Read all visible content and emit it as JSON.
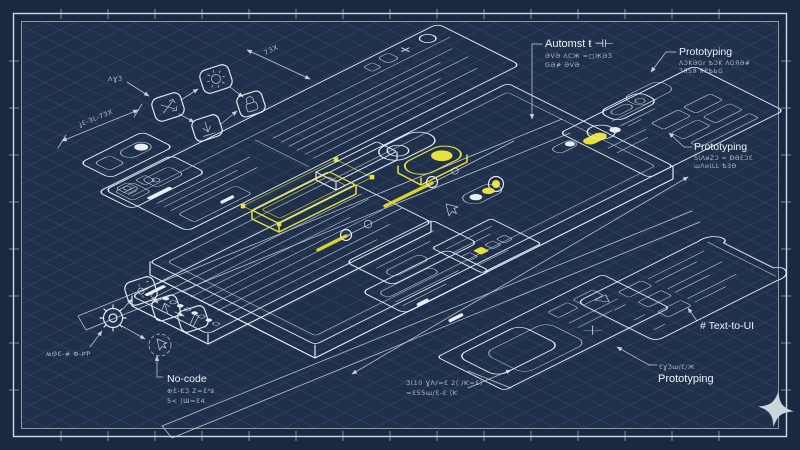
{
  "colors": {
    "background": "#1a2940",
    "surface": "#20304a",
    "line": "#e9eef4",
    "accent_yellow": "#e8e23c",
    "muted_text": "#aebccd",
    "sparkle": "#ccd4dc"
  },
  "labels": {
    "automation": {
      "title": "Automst ŧ ⊣⊢",
      "line1": "ƏVƏ ΛCЖ =□ЖƏƷ",
      "line2": "GƏ# ƏVƏ"
    },
    "prototyping_top": {
      "title": "Prototyping",
      "line1": "ΛƆKƏGr ѢƆK ΛGЯƏ#",
      "line2": "ƷЯSЯ ЯРѢЬG"
    },
    "prototyping_mid": {
      "title": "Prototyping",
      "line1": "SƖΛиZƆ = ƉƏƐƆƐ",
      "line2": "ɯΛиƖLL ѢƎΘ"
    },
    "text_to_ui": {
      "title": "# Text-to-UI"
    },
    "prototyping_bottom": {
      "eyebrow": "ƐƔƷɯ/Ɛ/Ж",
      "title": "Prototyping"
    },
    "no_code": {
      "title": "No-code",
      "line1": "⊕Ɛ-ƐƷ Z=Ɛ⁴ƶ",
      "line2": "5< ⟨Ɯ=Ɛ4"
    },
    "left_glyphs": "ʍΘƐ-# Φ-ÞƤ",
    "bottom_glyphs": {
      "line1": "ƷƖ10 ƔΛ/=Ɛ 2⟨ /Ƙ=Ɛ)",
      "line2": "=Ɛ55ɯ/Ɛ-Ɛ ⟨Ƙ"
    },
    "dim_top": "73X",
    "dim_left": "ʝƐ-3L-73X",
    "flow_tag": "ΛƔƷ"
  },
  "icons": {
    "top_flow": [
      "shuffle-icon",
      "gear-icon",
      "download-icon",
      "lock-icon"
    ],
    "bottom_flow": [
      "gear-icon",
      "settings-icon",
      "upload-icon",
      "pen-icon",
      "cursor-icon"
    ],
    "corner": "sparkle-icon"
  }
}
